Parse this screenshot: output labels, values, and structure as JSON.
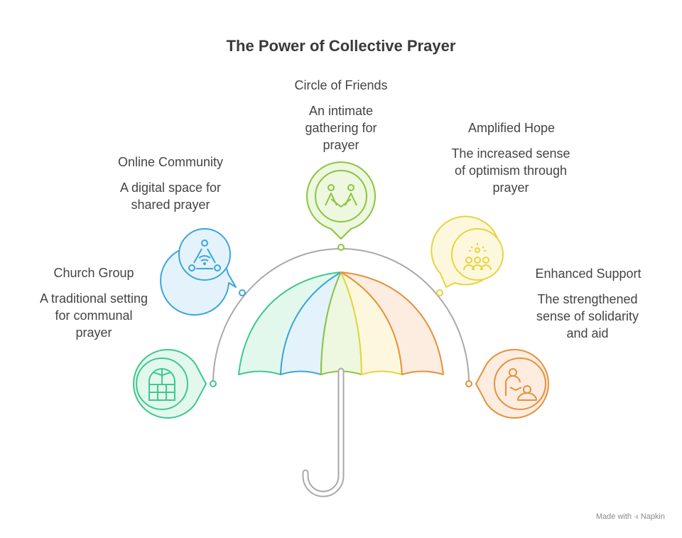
{
  "title": "The Power of Collective Prayer",
  "items": [
    {
      "title": "Church Group",
      "description": "A traditional setting for communal prayer",
      "color": "#3ec88e",
      "icon": "church-window-icon"
    },
    {
      "title": "Online Community",
      "description": "A digital space for shared prayer",
      "color": "#3aa6dd",
      "icon": "network-icon"
    },
    {
      "title": "Circle of Friends",
      "description": "An intimate gathering for prayer",
      "color": "#8cc43e",
      "icon": "friends-icon"
    },
    {
      "title": "Amplified Hope",
      "description": "The increased sense of optimism through prayer",
      "color": "#e8d33f",
      "icon": "group-sun-icon"
    },
    {
      "title": "Enhanced Support",
      "description": "The strengthened sense of solidarity and aid",
      "color": "#e5913c",
      "icon": "support-icon"
    }
  ],
  "credit": {
    "prefix": "Made with",
    "brand": "Napkin"
  }
}
